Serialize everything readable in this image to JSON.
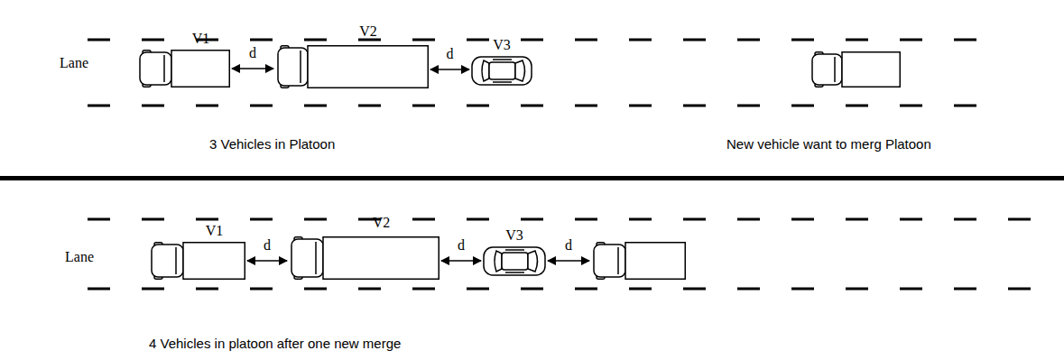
{
  "diagram": {
    "nodes": [
      {
        "text": [
          "V1"
        ]
      },
      {
        "text": [
          "V2"
        ]
      },
      {
        "text": [
          "V3"
        ]
      },
      {
        "text": [
          "V1"
        ]
      },
      {
        "text": [
          "V2"
        ]
      },
      {
        "text": [
          "V3"
        ]
      }
    ],
    "edges": [
      {
        "from": 0,
        "to": 1,
        "arrow": "both",
        "label": "d"
      },
      {
        "from": 1,
        "to": 2,
        "arrow": "both",
        "label": "d"
      },
      {
        "from": 3,
        "to": 4,
        "arrow": "both",
        "label": "d"
      },
      {
        "from": 4,
        "to": 5,
        "arrow": "both",
        "label": "d"
      }
    ],
    "labels": [
      "Lane",
      "3 Vehicles in Platoon",
      "New vehicle want to merg Platoon",
      "Lane",
      "d",
      "4 Vehicles in platoon after one new merge"
    ]
  }
}
